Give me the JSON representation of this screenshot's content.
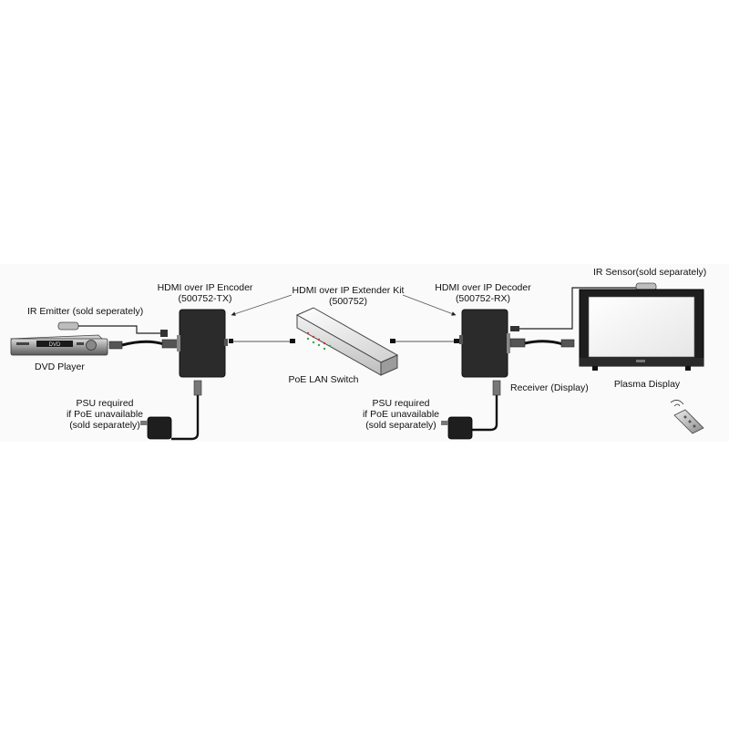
{
  "labels": {
    "encoder_title": "HDMI over IP Encoder",
    "encoder_model": "(500752-TX)",
    "kit_title": "HDMI over IP Extender Kit",
    "kit_model": "(500752)",
    "decoder_title": "HDMI over IP Decoder",
    "decoder_model": "(500752-RX)",
    "ir_sensor": "IR Sensor(sold separately)",
    "ir_emitter": "IR Emitter (sold seperately)",
    "dvd_player": "DVD Player",
    "poe_switch": "PoE LAN Switch",
    "receiver": "Receiver (Display)",
    "plasma": "Plasma Display",
    "psu_left_1": "PSU required",
    "psu_left_2": "if PoE unavailable",
    "psu_left_3": "(sold separately)",
    "psu_right_1": "PSU required",
    "psu_right_2": "if PoE unavailable",
    "psu_right_3": "(sold separately)",
    "dvd_text": "DVD"
  },
  "colors": {
    "device_dark": "#2b2b2b",
    "switch_light": "#e8e8e8",
    "led_red": "#d23a3a",
    "led_green": "#3aa84a"
  }
}
